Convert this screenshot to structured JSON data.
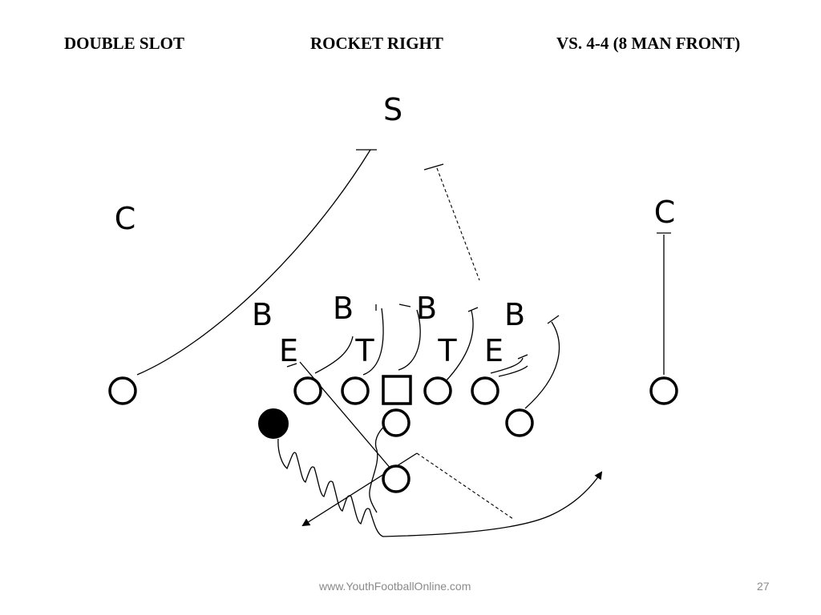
{
  "header": {
    "formation": "DOUBLE SLOT",
    "play": "ROCKET RIGHT",
    "defense": "VS. 4-4 (8 MAN FRONT)"
  },
  "footer": {
    "website": "www.YouthFootballOnline.com",
    "page_number": "27"
  },
  "defense_labels": {
    "safety": "S",
    "corner": "C",
    "backer": "B",
    "end": "E",
    "tackle": "T"
  }
}
